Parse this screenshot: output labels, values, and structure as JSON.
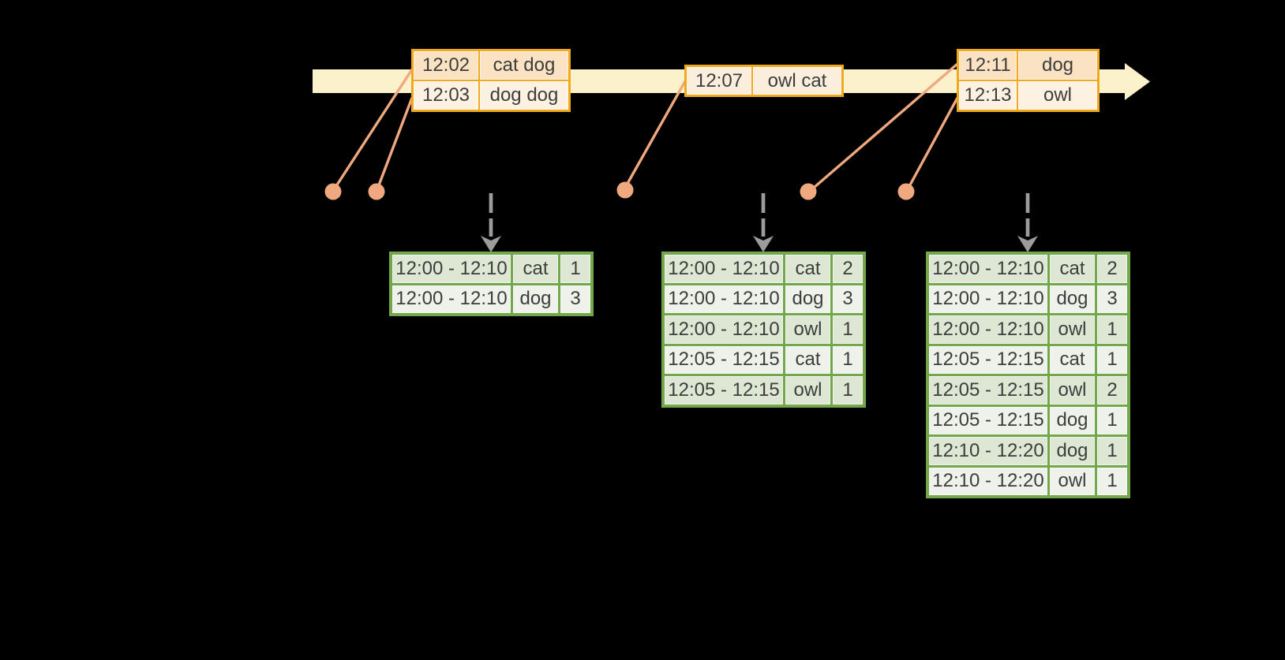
{
  "diagram": {
    "colors": {
      "background": "#000000",
      "timeline_fill": "#FBF1CB",
      "event_border": "#F0A81C",
      "event_row_odd_fill": "#FAE2C2",
      "event_row_even_fill": "#FDF2E2",
      "event_row_single_fill": "#FCEEDC",
      "connector": "#F0A87E",
      "result_border": "#73A74B",
      "result_row_odd_fill": "#DDE7D3",
      "result_row_even_fill": "#EFF2EB",
      "trigger_arrow": "#9C9C9C",
      "text": "#3D3D3D"
    },
    "event_tables": [
      {
        "rows": [
          {
            "time": "12:02",
            "words": "cat dog"
          },
          {
            "time": "12:03",
            "words": "dog dog"
          }
        ]
      },
      {
        "rows": [
          {
            "time": "12:07",
            "words": "owl cat"
          }
        ]
      },
      {
        "rows": [
          {
            "time": "12:11",
            "words": "dog"
          },
          {
            "time": "12:13",
            "words": "owl"
          }
        ]
      }
    ],
    "result_tables": [
      {
        "rows": [
          {
            "window": "12:00 - 12:10",
            "word": "cat",
            "count": "1"
          },
          {
            "window": "12:00 - 12:10",
            "word": "dog",
            "count": "3"
          }
        ]
      },
      {
        "rows": [
          {
            "window": "12:00 - 12:10",
            "word": "cat",
            "count": "2"
          },
          {
            "window": "12:00 - 12:10",
            "word": "dog",
            "count": "3"
          },
          {
            "window": "12:00 - 12:10",
            "word": "owl",
            "count": "1"
          },
          {
            "window": "12:05 - 12:15",
            "word": "cat",
            "count": "1"
          },
          {
            "window": "12:05 - 12:15",
            "word": "owl",
            "count": "1"
          }
        ]
      },
      {
        "rows": [
          {
            "window": "12:00 - 12:10",
            "word": "cat",
            "count": "2"
          },
          {
            "window": "12:00 - 12:10",
            "word": "dog",
            "count": "3"
          },
          {
            "window": "12:00 - 12:10",
            "word": "owl",
            "count": "1"
          },
          {
            "window": "12:05 - 12:15",
            "word": "cat",
            "count": "1"
          },
          {
            "window": "12:05 - 12:15",
            "word": "owl",
            "count": "2"
          },
          {
            "window": "12:05 - 12:15",
            "word": "dog",
            "count": "1"
          },
          {
            "window": "12:10 - 12:20",
            "word": "dog",
            "count": "1"
          },
          {
            "window": "12:10 - 12:20",
            "word": "owl",
            "count": "1"
          }
        ]
      }
    ]
  }
}
